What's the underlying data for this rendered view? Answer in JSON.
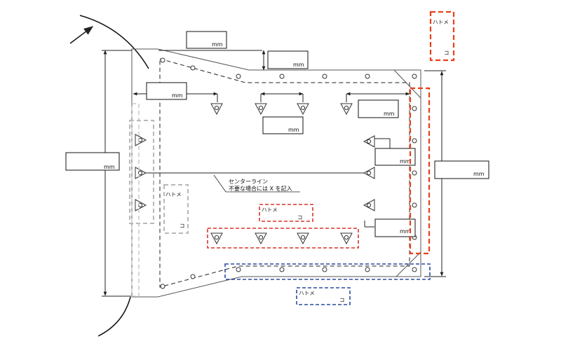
{
  "unit": "mm",
  "centerline": {
    "label": "センターライン",
    "note": "不要な場合には X を記入"
  },
  "grommet_label": "ハトメ",
  "grommet_count_unit": "コ",
  "colors": {
    "outline": "#555555",
    "red_box": "#d9342b",
    "red_box_bright": "#e8401c",
    "blue_box": "#2b4aa0",
    "grey_box": "#b8b8b8"
  }
}
